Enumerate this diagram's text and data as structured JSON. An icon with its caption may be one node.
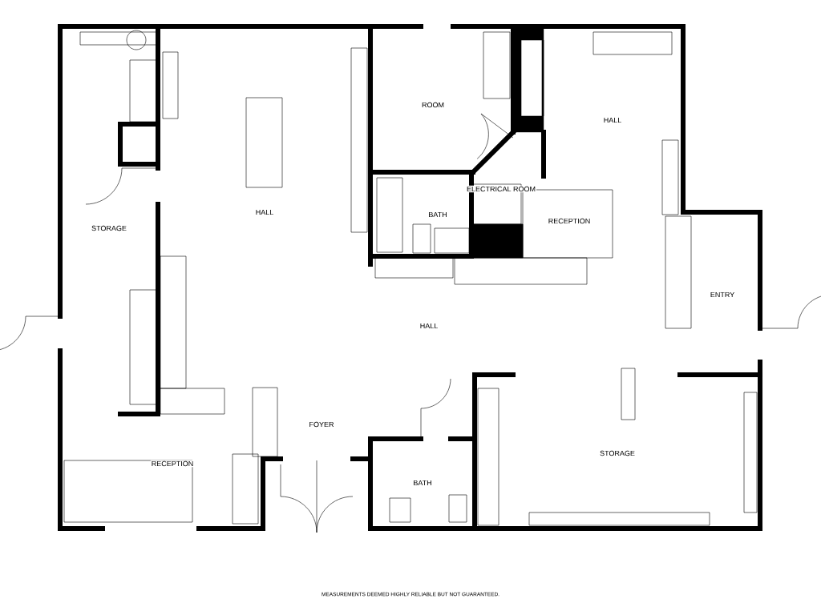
{
  "diagram": {
    "labels": [
      "ROOM",
      "HALL",
      "ELECTRICAL ROOM",
      "HALL",
      "BATH",
      "RECEPTION",
      "STORAGE",
      "ENTRY",
      "HALL",
      "FOYER",
      "STORAGE",
      "RECEPTION",
      "BATH",
      "MEASUREMENTS DEEMED HIGHLY RELIABLE BUT NOT GUARANTEED."
    ]
  }
}
